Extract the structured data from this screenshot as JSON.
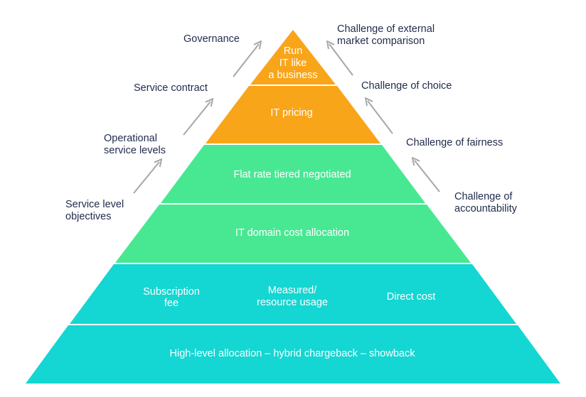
{
  "colors": {
    "tier_orange": "#f9a51a",
    "tier_green": "#48e893",
    "tier_teal": "#14d6d2",
    "separator": "#ffffff",
    "arrow": "#a7a7a7",
    "label_text": "#1f2b4a"
  },
  "pyramid": {
    "top": {
      "line1": "Run",
      "line2": "IT like",
      "line3": "a business"
    },
    "pricing": "IT pricing",
    "flat_rate": "Flat rate tiered negotiated",
    "domain_allocation": "IT domain cost allocation",
    "usage_row": {
      "subscription": {
        "line1": "Subscription",
        "line2": "fee"
      },
      "measured": {
        "line1": "Measured/",
        "line2": "resource usage"
      },
      "direct": "Direct cost"
    },
    "base": "High-level allocation – hybrid chargeback – showback"
  },
  "left_labels": {
    "governance": "Governance",
    "service_contract": "Service contract",
    "operational": {
      "line1": "Operational",
      "line2": "service levels"
    },
    "slo": {
      "line1": "Service level",
      "line2": "objectives"
    }
  },
  "right_labels": {
    "external": {
      "line1": "Challenge of external",
      "line2": "market comparison"
    },
    "choice": "Challenge of choice",
    "fairness": "Challenge of fairness",
    "accountability": {
      "line1": "Challenge of",
      "line2": "accountability"
    }
  }
}
